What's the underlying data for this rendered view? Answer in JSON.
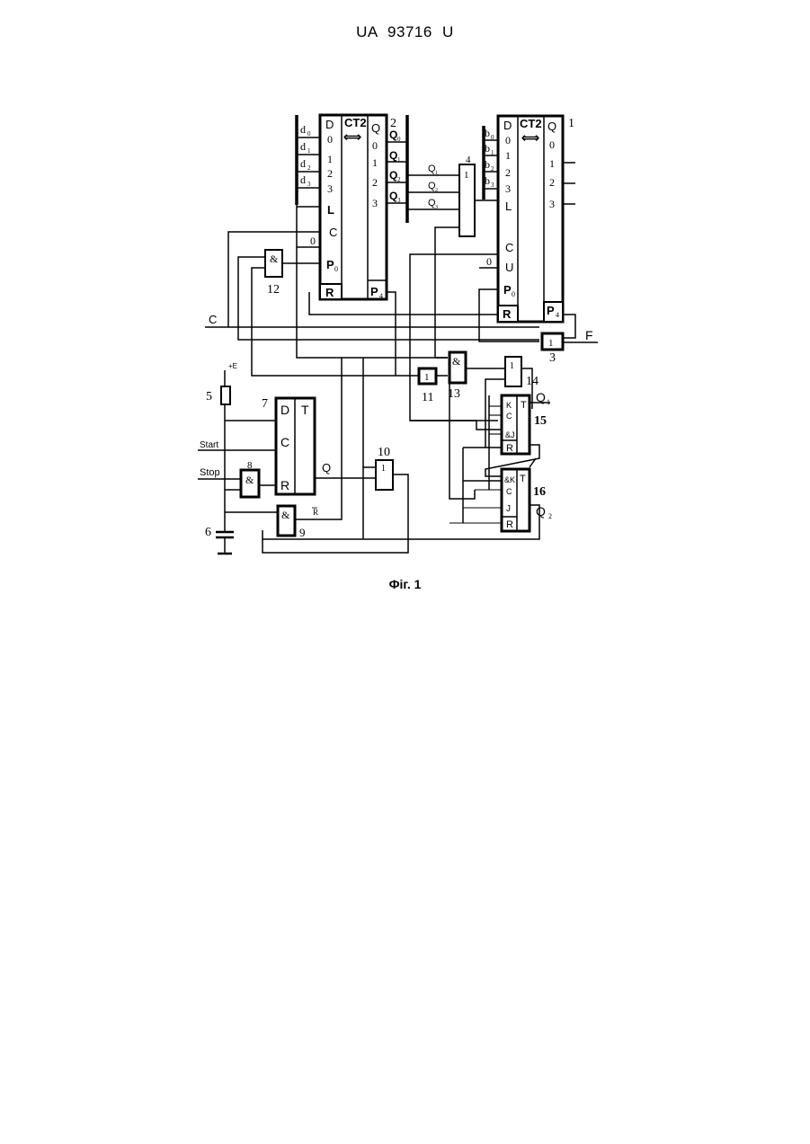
{
  "header": {
    "doc_id": "UA   93716   U"
  },
  "figure": {
    "caption": "Фіг. 1"
  },
  "labels": {
    "ct_left": "CT2",
    "ct_right": "CT2",
    "d": [
      "d",
      "d",
      "d",
      "d"
    ],
    "d_idx": [
      "0",
      "1",
      "2",
      "3"
    ],
    "b": [
      "b",
      "b",
      "b",
      "b"
    ],
    "b_idx": [
      "0",
      "1",
      "2",
      "3"
    ],
    "Q": "Q",
    "Qs": [
      "Q",
      "Q",
      "Q",
      "Q"
    ],
    "Q_idx": [
      "0",
      "1",
      "2",
      "3"
    ],
    "pins_in": [
      "D",
      "0",
      "1",
      "2",
      "3"
    ],
    "L": "L",
    "C": "C",
    "U": "U",
    "P": "P",
    "P0_idx": "0",
    "R": "R",
    "P4_idx": "4",
    "zero": "0",
    "amp": "&",
    "one": "1",
    "K": "K",
    "J": "J",
    "andJ": "&J",
    "andK": "&K",
    "T": "T",
    "D": "D",
    "clock_c": "C",
    "F": "F",
    "start": "Start",
    "stop": "Stop",
    "plusE": "+E",
    "Rbar": "R",
    "Qq": "Q",
    "Q1": "Q",
    "Q1_idx": "1",
    "Q2": "Q",
    "Q2_idx": "2",
    "n1": "1",
    "n2": "2",
    "n3": "3",
    "n4": "4",
    "n5": "5",
    "n6": "6",
    "n7": "7",
    "n8": "8",
    "n9": "9",
    "n10": "10",
    "n11": "11",
    "n12": "12",
    "n13": "13",
    "n14": "14",
    "n15": "15",
    "n16": "16"
  }
}
